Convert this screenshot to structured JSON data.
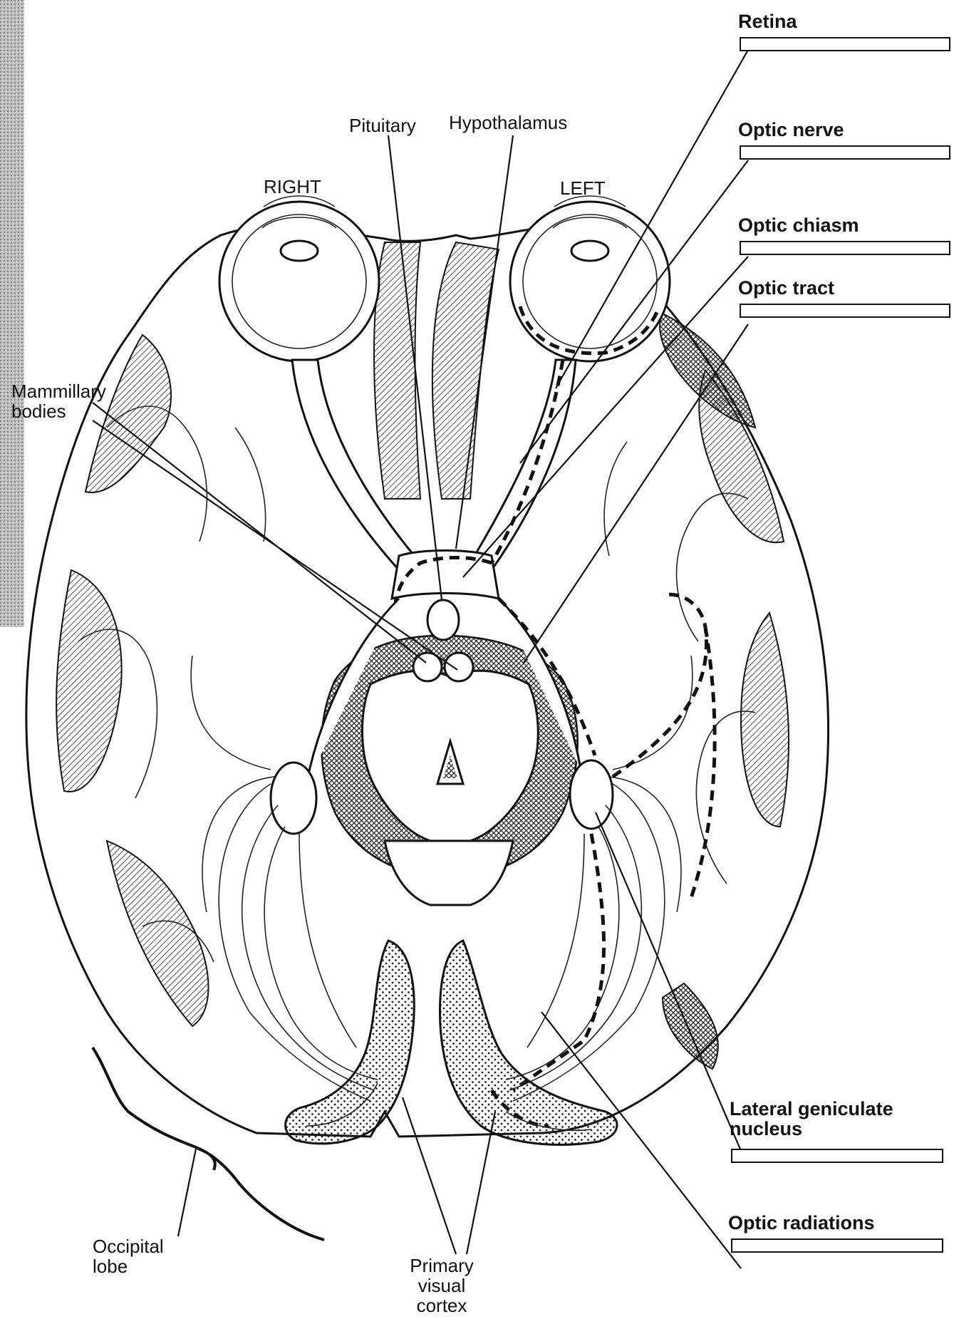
{
  "orientation": {
    "right": "RIGHT",
    "left": "LEFT"
  },
  "top_labels": {
    "pituitary": "Pituitary",
    "hypothalamus": "Hypothalamus"
  },
  "left_labels": {
    "mammillary": "Mammillary bodies",
    "occipital": "Occipital lobe",
    "primary_visual_cortex": "Primary visual cortex"
  },
  "fill_in_labels": [
    {
      "key": "retina",
      "text": "Retina"
    },
    {
      "key": "optic_nerve",
      "text": "Optic nerve"
    },
    {
      "key": "optic_chiasm",
      "text": "Optic chiasm"
    },
    {
      "key": "optic_tract",
      "text": "Optic tract"
    },
    {
      "key": "lgn",
      "text": "Lateral geniculate nucleus"
    },
    {
      "key": "optic_radiations",
      "text": "Optic radiations"
    }
  ]
}
